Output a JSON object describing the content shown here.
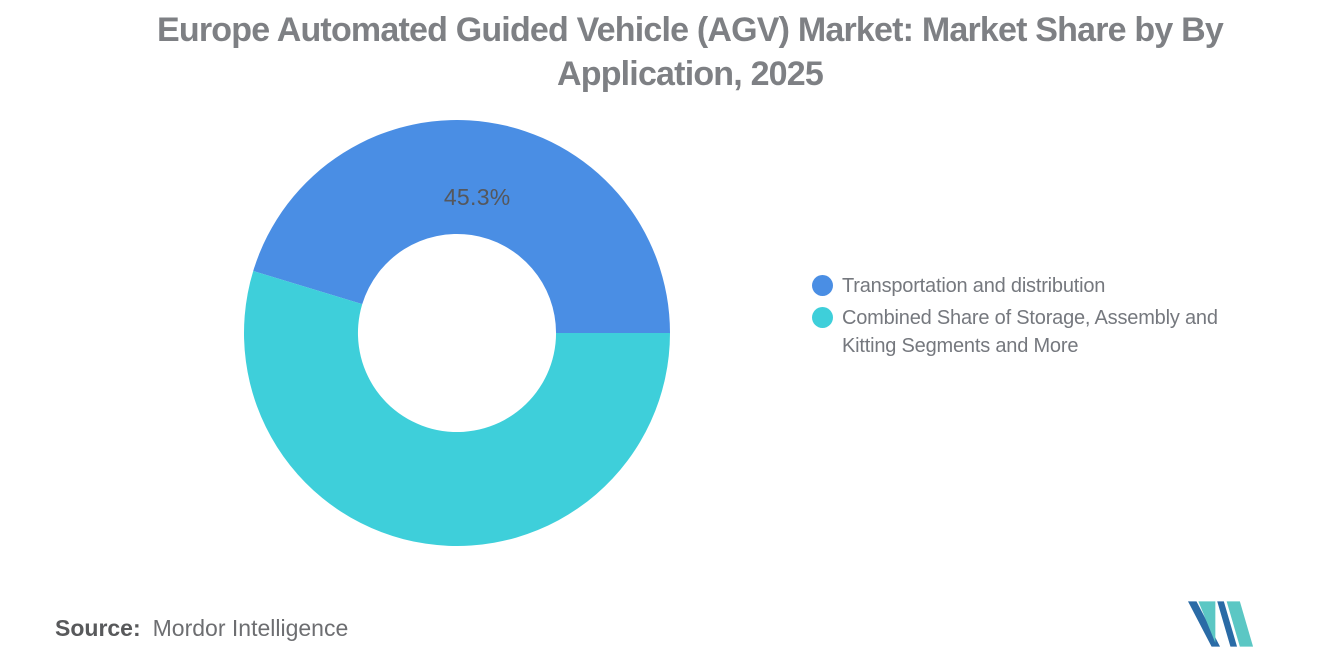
{
  "title": {
    "line1": "Europe Automated Guided Vehicle (AGV) Market: Market Share by By",
    "line2": "Application, 2025"
  },
  "chart_data": {
    "type": "pie",
    "subtype": "donut",
    "title": "Europe Automated Guided Vehicle (AGV) Market: Market Share by By Application, 2025",
    "units": "%",
    "slices": [
      {
        "label": "Transportation and distribution",
        "value": 45.3,
        "color": "#4A8EE4",
        "data_label": "45.3%"
      },
      {
        "label": "Combined Share of Storage, Assembly and Kitting Segments and More",
        "value": 54.7,
        "color": "#3ECFDA",
        "data_label": ""
      }
    ],
    "start_angle_deg": 0,
    "counterclockwise": true,
    "inner_radius_ratio": 0.465,
    "label_radius_ratio": 0.645,
    "legend_position": "right",
    "data_label_color": "#55575C",
    "background": "#FFFFFF"
  },
  "footer": {
    "source_label": "Source:",
    "source_value": "Mordor Intelligence",
    "logo": {
      "alt": "mordor-intelligence-logo",
      "blue": "#2A6BA6",
      "teal": "#5BC7C4"
    }
  },
  "colors": {
    "title_text": "#7E8084",
    "legend_text": "#75787E",
    "data_label": "#55575C",
    "slice_blue": "#4A8EE4",
    "slice_teal": "#3ECFDA"
  }
}
